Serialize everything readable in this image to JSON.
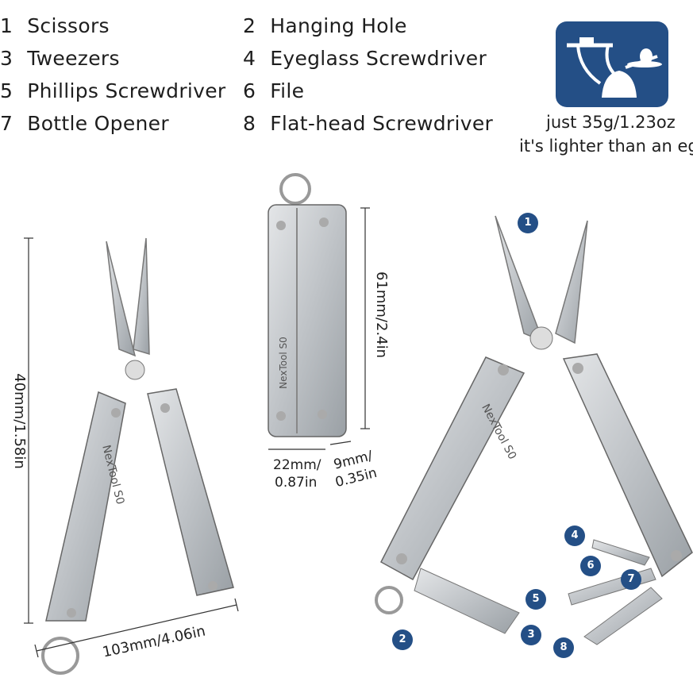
{
  "legend": [
    {
      "num": "1",
      "label": "Scissors"
    },
    {
      "num": "2",
      "label": "Hanging Hole"
    },
    {
      "num": "3",
      "label": "Tweezers"
    },
    {
      "num": "4",
      "label": "Eyeglass Screwdriver"
    },
    {
      "num": "5",
      "label": "Phillips Screwdriver"
    },
    {
      "num": "6",
      "label": "File"
    },
    {
      "num": "7",
      "label": "Bottle Opener"
    },
    {
      "num": "8",
      "label": "Flat-head Screwdriver"
    }
  ],
  "weight": {
    "line1": "just 35g/1.23oz",
    "line2": "it's lighter than an egg"
  },
  "dimensions": {
    "open_height": "40mm/1.58in",
    "open_length": "103mm/4.06in",
    "closed_height": "61mm/2.4in",
    "closed_width_line1": "22mm/",
    "closed_width_line2": "0.87in",
    "closed_depth_line1": "9mm/",
    "closed_depth_line2": "0.35in"
  },
  "brand": "NexTool S0",
  "markers": [
    "1",
    "2",
    "3",
    "4",
    "5",
    "6",
    "7",
    "8"
  ],
  "colors": {
    "accent": "#244f86",
    "steel": "#c8cbce",
    "steel_dark": "#8e9398"
  }
}
